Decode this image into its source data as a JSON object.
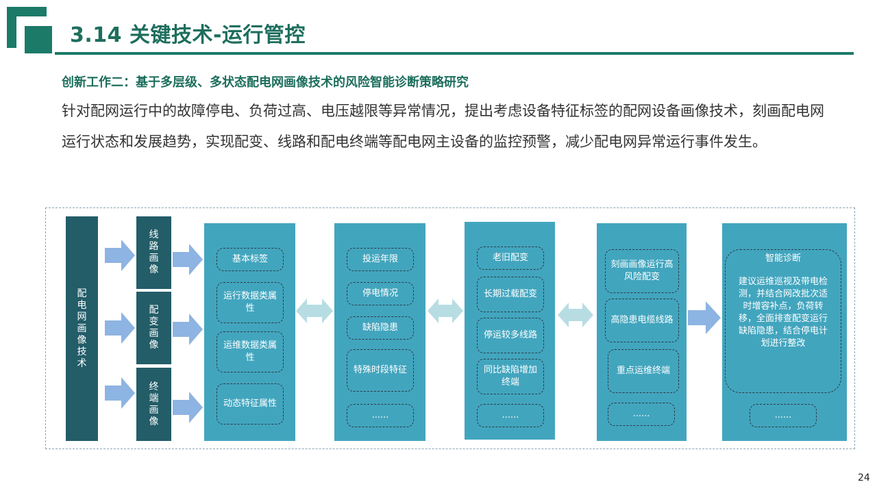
{
  "header": {
    "title": "3.14 关键技术-运行管控"
  },
  "content": {
    "subtitle": "创新工作二：基于多层级、多状态配电网画像技术的风险智能诊断策略研究",
    "paragraph": "针对配网运行中的故障停电、负荷过高、电压越限等异常情况，提出考虑设备特征标签的配网设备画像技术，刻画配电网运行状态和发展趋势，实现配变、线路和配电终端等配电网主设备的监控预警，减少配电网异常运行事件发生。"
  },
  "diagram": {
    "root_label": "配电网画像技术",
    "portraits": [
      "线路画像",
      "配变画像",
      "终端画像"
    ],
    "col1": [
      "基本标签",
      "运行数据类属性",
      "运维数据类属性",
      "动态特征属性",
      "......"
    ],
    "col2": [
      "投运年限",
      "停电情况",
      "缺陷隐患",
      "特殊时段特征",
      "......"
    ],
    "col3": [
      "老旧配变",
      "长期过载配变",
      "停运较多线路",
      "同比缺陷增加终端",
      "......"
    ],
    "col4": [
      "刻画画像运行高风险配变",
      "高隐患电缆线路",
      "重点运维终端",
      "......"
    ],
    "col5": {
      "title": "智能诊断",
      "text": "建议运维巡视及带电检测，并结合网改批次适时增容补点，负荷转移，全面排查配变运行缺陷隐患，结合停电计划进行整改",
      "more": "......"
    }
  },
  "colors": {
    "brand_green": "#1b7a68",
    "dark_teal": "#235d68",
    "panel_blue": "#42a5be",
    "arrow_blue": "#8db4e2",
    "double_arrow": "#b7dde3"
  },
  "page": {
    "number": "24"
  }
}
